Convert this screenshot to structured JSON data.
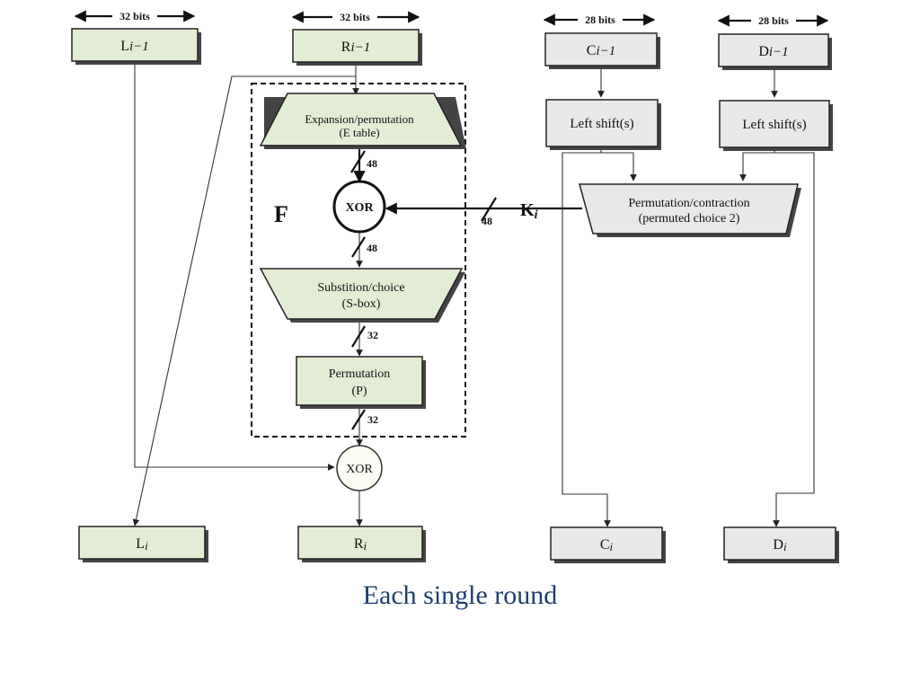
{
  "bits_labels": {
    "l": "32 bits",
    "r": "32 bits",
    "c": "28 bits",
    "d": "28 bits"
  },
  "inputs": {
    "l": "L",
    "r": "R",
    "c": "C",
    "d": "D",
    "sub": "i−1"
  },
  "outputs": {
    "l": "L",
    "r": "R",
    "c": "C",
    "d": "D",
    "sub": "i"
  },
  "f_box": {
    "label": "F",
    "expansion": [
      "Expansion/permutation",
      "(E table)"
    ],
    "xor": "XOR",
    "substitution": [
      "Substition/choice",
      "(S-box)"
    ],
    "permutation": [
      "Permutation",
      "(P)"
    ]
  },
  "key": {
    "label": "K",
    "sub": "i"
  },
  "shift": "Left shift(s)",
  "pc2": [
    "Permutation/contraction",
    "(permuted choice 2)"
  ],
  "xor_bottom": "XOR",
  "widths": {
    "e_out": "48",
    "xor_out": "48",
    "key": "48",
    "s_out": "32",
    "p_out": "32"
  },
  "caption": "Each single round"
}
